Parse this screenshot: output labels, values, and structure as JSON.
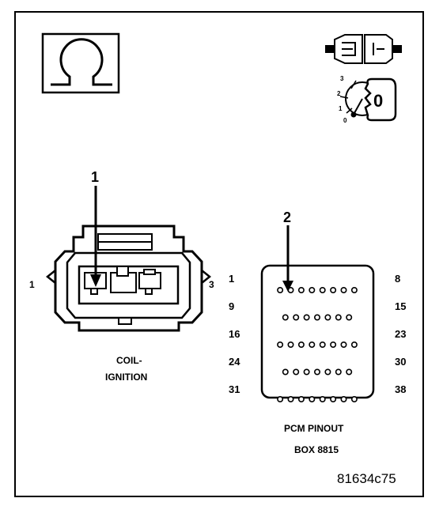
{
  "icons": {
    "ohmmeter": "ohm-symbol-icon",
    "connector": "connector-plug-icon",
    "ignition_switch": "ignition-key-switch-icon",
    "key_positions": [
      "3",
      "2",
      "1",
      "0"
    ],
    "key_label": "0"
  },
  "coil_connector": {
    "callout": "1",
    "pin_left": "1",
    "pin_right": "3",
    "caption_line1": "COIL-",
    "caption_line2": "IGNITION"
  },
  "pcm": {
    "callout": "2",
    "left_pins": [
      "1",
      "9",
      "16",
      "24",
      "31"
    ],
    "right_pins": [
      "8",
      "15",
      "23",
      "30",
      "38"
    ],
    "row_counts": [
      8,
      7,
      8,
      7,
      8
    ],
    "caption_line1": "PCM PINOUT",
    "caption_line2": "BOX 8815"
  },
  "figure_code": "81634c75"
}
